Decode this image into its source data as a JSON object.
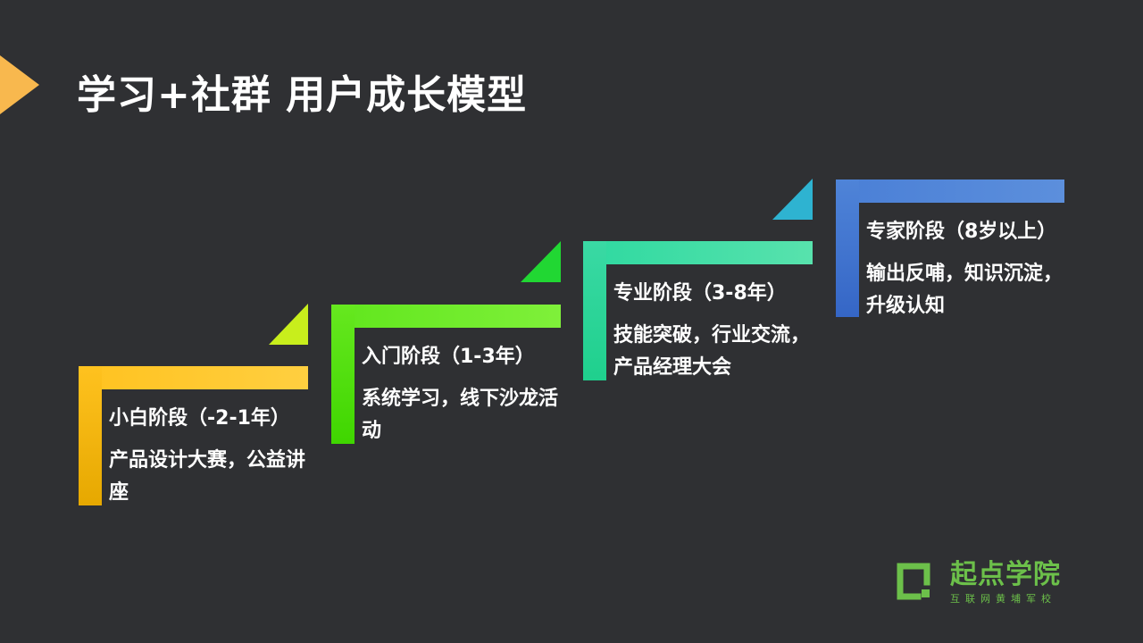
{
  "title": "学习+社群 用户成长模型",
  "steps": [
    {
      "name": "小白阶段（-2-1年）",
      "desc": "产品设计大赛，公益讲座",
      "color": "#ffc21f"
    },
    {
      "name": "入门阶段（1-3年）",
      "desc": "系统学习，线下沙龙活动",
      "color": "#60e61c"
    },
    {
      "name": "专业阶段（3-8年）",
      "desc": "技能突破，行业交流，产品经理大会",
      "color": "#2ed9a0"
    },
    {
      "name": "专家阶段（8岁以上）",
      "desc": "输出反哺，知识沉淀，升级认知",
      "color": "#4a7fd6"
    }
  ],
  "logo": {
    "name": "起点学院",
    "tagline": "互联网黄埔军校",
    "color": "#6cc04a",
    "icon": "bracket-logo-icon"
  },
  "accent_color": "#f8b84e",
  "background_color": "#2f3033"
}
